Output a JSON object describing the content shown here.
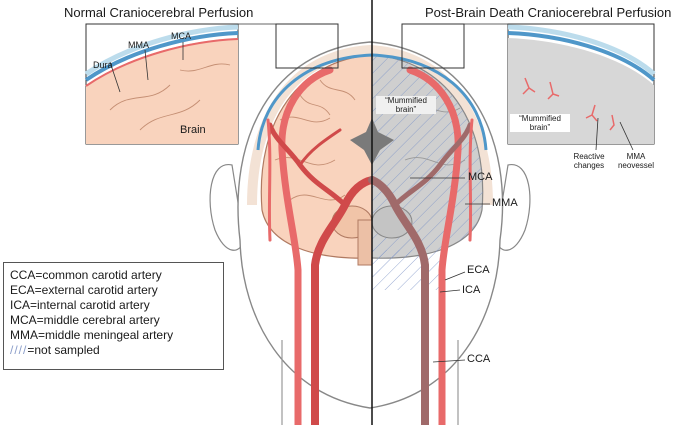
{
  "titles": {
    "left": "Normal Craniocerebral Perfusion",
    "right": "Post-Brain Death Craniocerebral Perfusion"
  },
  "left_inset": {
    "labels": [
      "Dura",
      "MMA",
      "MCA",
      "Brain"
    ]
  },
  "center_labels": {
    "mummified_brain": "“Mummified brain”"
  },
  "right_inset": {
    "mummified_brain": "“Mummified brain”",
    "reactive_changes": "Reactive changes",
    "mma_neovessel": "MMA neovessel"
  },
  "callouts": [
    "MCA",
    "MMA",
    "ECA",
    "ICA",
    "CCA"
  ],
  "legend": {
    "items": [
      "CCA=common carotid artery",
      "ECA=external carotid artery",
      "ICA=internal carotid artery",
      "MCA=middle cerebral artery",
      "MMA=middle meningeal artery"
    ],
    "hatch_symbol": "////",
    "hatch_text": "=not sampled"
  },
  "colors": {
    "brain_normal": "#f9d3bd",
    "brain_dead": "#cfcfcf",
    "artery": "#e86a6a",
    "artery_dark": "#c43c3c",
    "artery_dead": "#a06a6a",
    "dura": "#4f97c9",
    "hatch": "#7f95c8"
  }
}
